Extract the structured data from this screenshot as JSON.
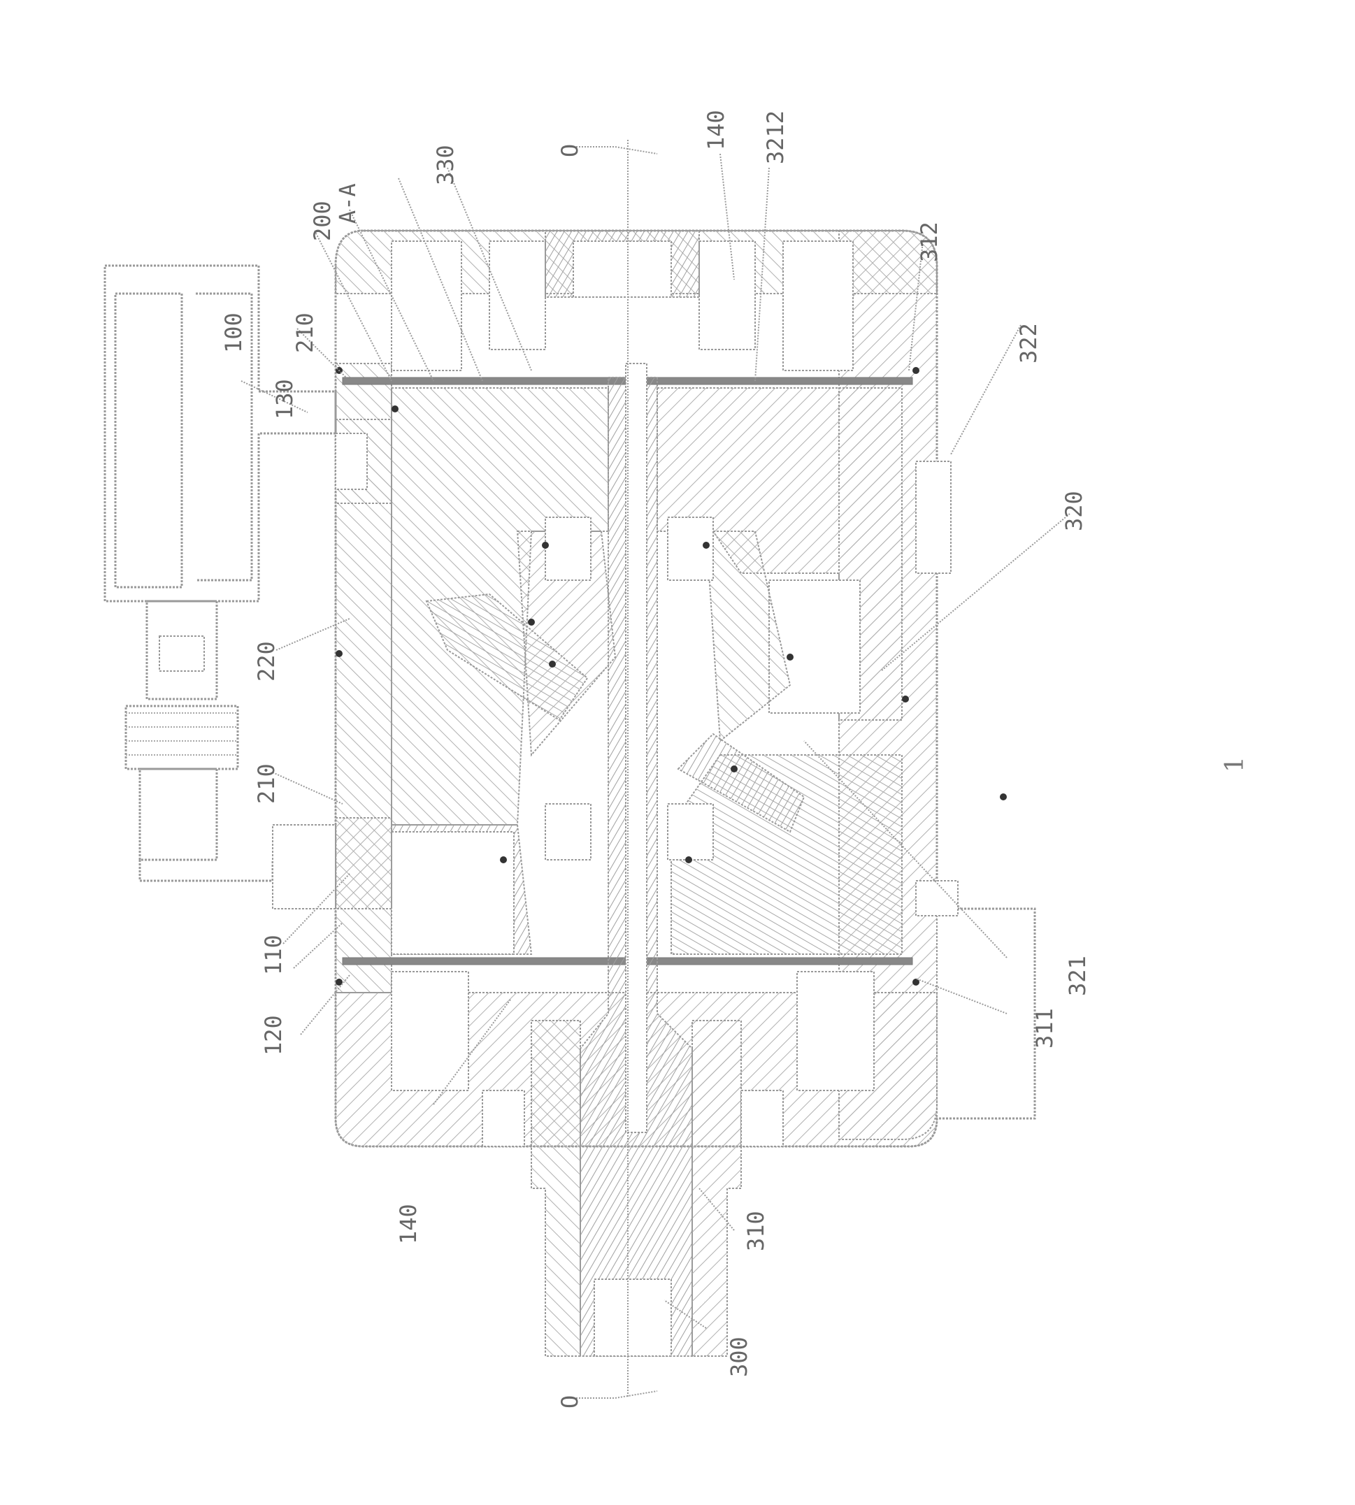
{
  "figure": {
    "figure_number": "1",
    "section_label": "A-A",
    "axis_labels": {
      "top": "O",
      "bottom": "O"
    },
    "reference_numerals": {
      "r100": "100",
      "r110": "110",
      "r120": "120",
      "r130": "130",
      "r140_left": "140",
      "r140_top": "140",
      "r200": "200",
      "r210_top": "210",
      "r210_mid": "210",
      "r220": "220",
      "r300": "300",
      "r310": "310",
      "r311": "311",
      "r312": "312",
      "r320": "320",
      "r321": "321",
      "r322": "322",
      "r330": "330",
      "r3212": "3212"
    },
    "colors": {
      "line": "#9a9a9a",
      "plate": "#888888",
      "text": "#666666",
      "seal_dot": "#333333"
    }
  }
}
